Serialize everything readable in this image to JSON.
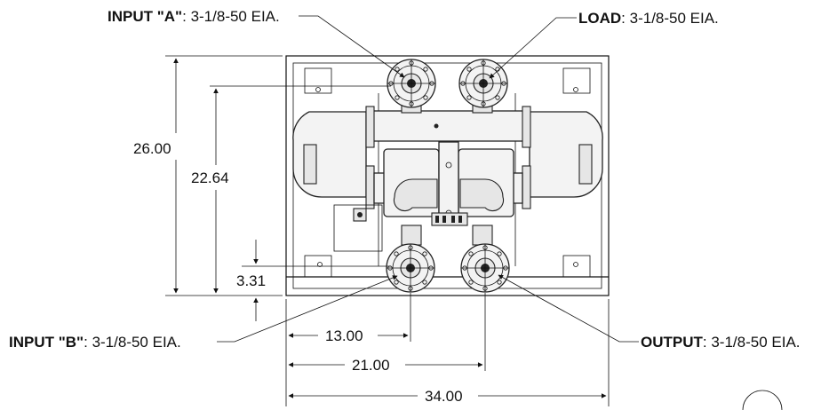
{
  "callouts": {
    "input_a": {
      "name": "INPUT \"A\"",
      "spec": ": 3-1/8-50 EIA."
    },
    "load": {
      "name": "LOAD",
      "spec": ": 3-1/8-50 EIA."
    },
    "input_b": {
      "name": "INPUT \"B\"",
      "spec": ": 3-1/8-50 EIA."
    },
    "output": {
      "name": "OUTPUT",
      "spec": ": 3-1/8-50 EIA."
    }
  },
  "dimensions": {
    "overall_height": "26.00",
    "inner_height": "22.64",
    "port_offset_height": "3.31",
    "port_b_offset": "13.00",
    "port_output_offset": "21.00",
    "overall_width": "34.00"
  }
}
